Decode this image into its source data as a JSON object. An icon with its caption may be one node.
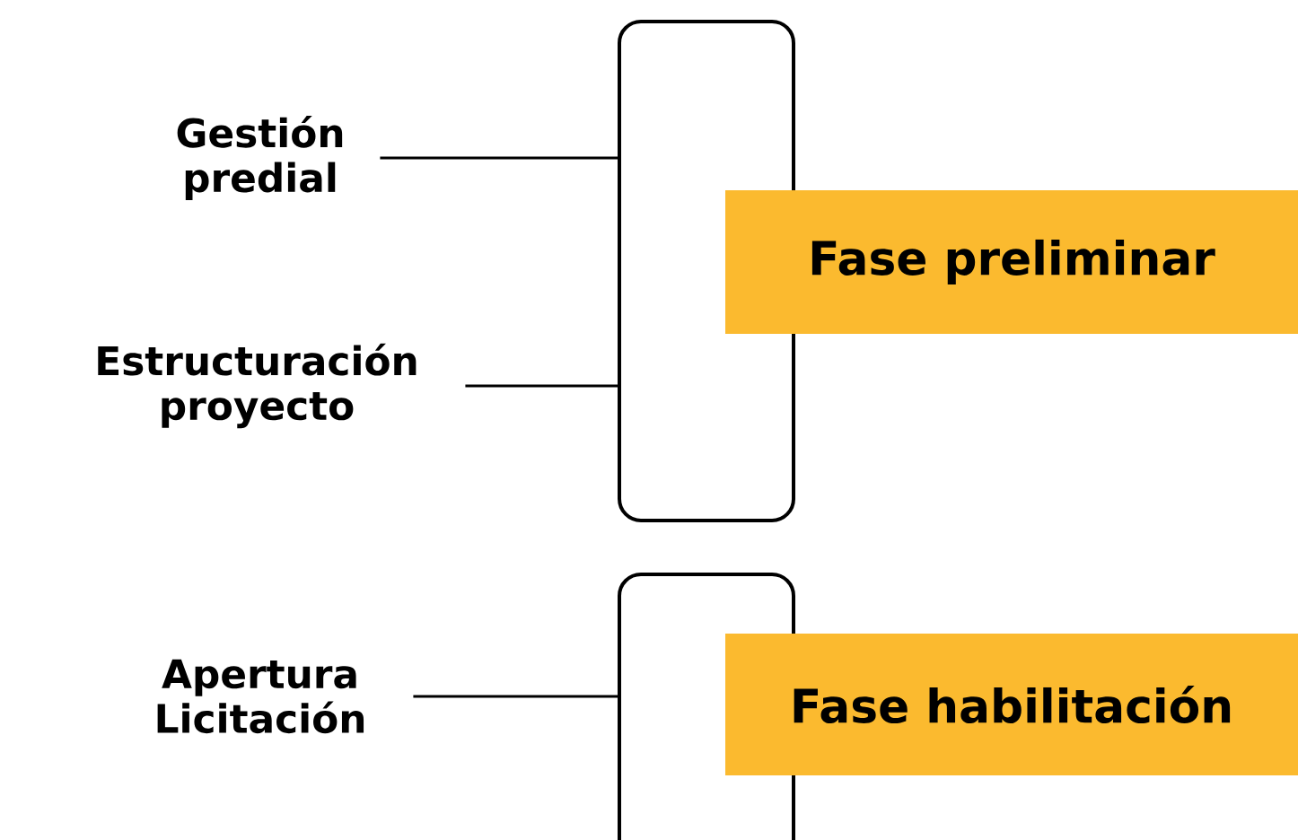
{
  "diagram": {
    "nodes": [
      {
        "text": [],
        "shape": "box"
      },
      {
        "text": [
          "Fase preliminar"
        ]
      },
      {
        "text": [
          "Gestión predial"
        ]
      },
      {
        "text": [
          "Estructuración proyecto"
        ]
      },
      {
        "text": [],
        "shape": "box"
      },
      {
        "text": [
          "Fase habilitación"
        ]
      },
      {
        "text": [
          "Apertura Licitación"
        ]
      }
    ],
    "edges": [
      {
        "from": 2,
        "to": 0,
        "arrow": "none"
      },
      {
        "from": 3,
        "to": 0,
        "arrow": "none"
      },
      {
        "from": 6,
        "to": 4,
        "arrow": "none"
      }
    ]
  }
}
